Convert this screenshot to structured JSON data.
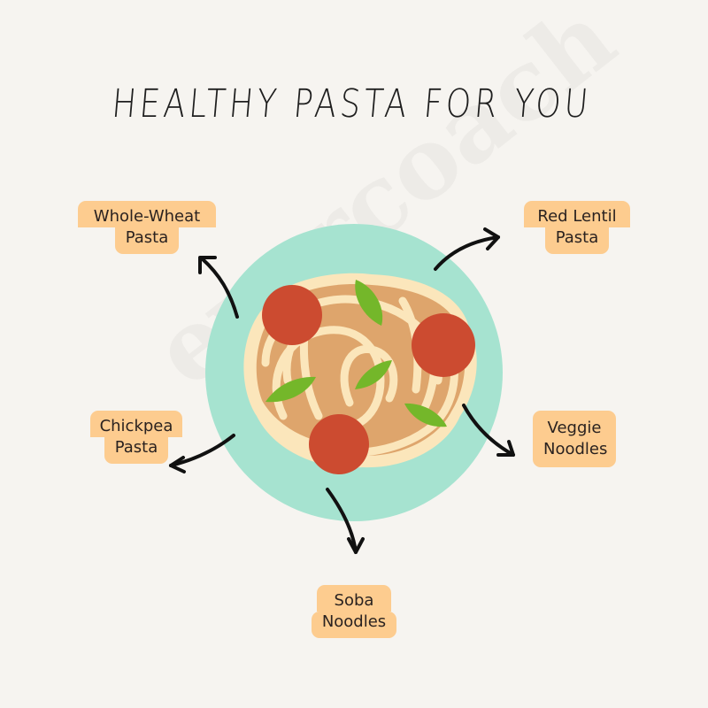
{
  "title": "Healthy Pasta for You",
  "watermark": "evercoach",
  "colors": {
    "background": "#f6f4f0",
    "plate": "#a6e3d0",
    "pasta_outline": "#fbe6bb",
    "pasta_sauce": "#dea56c",
    "tomato": "#cc4b30",
    "basil": "#74b72a",
    "label_fill": "#fdcc8f",
    "arrow": "#111111"
  },
  "center": {
    "illustration": "plate-of-spaghetti"
  },
  "options": [
    {
      "id": "whole-wheat",
      "line1": "Whole-Wheat",
      "line2": "Pasta",
      "position": "top-left"
    },
    {
      "id": "red-lentil",
      "line1": "Red Lentil",
      "line2": "Pasta",
      "position": "top-right"
    },
    {
      "id": "chickpea",
      "line1": "Chickpea",
      "line2": "Pasta",
      "position": "middle-left"
    },
    {
      "id": "veggie-noodles",
      "line1": "Veggie",
      "line2": "Noodles",
      "position": "middle-right"
    },
    {
      "id": "soba-noodles",
      "line1": "Soba",
      "line2": "Noodles",
      "position": "bottom"
    }
  ]
}
